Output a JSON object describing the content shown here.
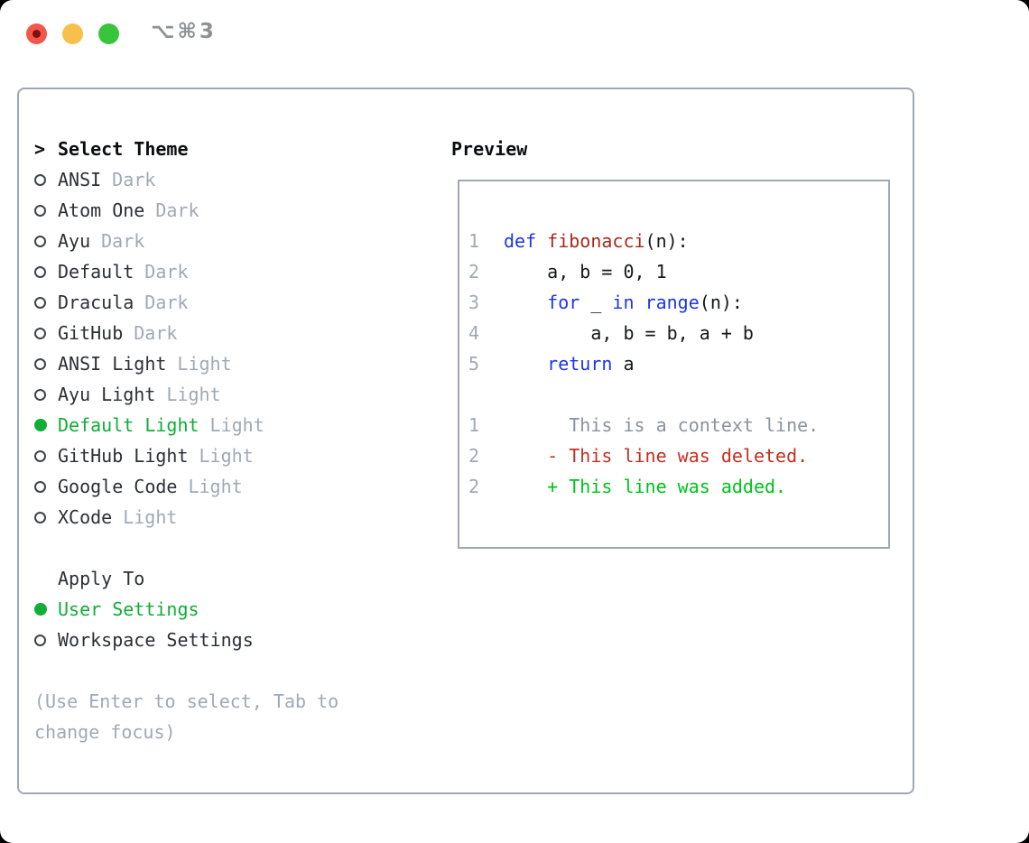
{
  "titlebar": {
    "shortcut": "⌥⌘3"
  },
  "theme_picker": {
    "title_marker": ">",
    "title": "Select Theme",
    "themes": [
      {
        "name": "ANSI",
        "variant": "Dark",
        "selected": false
      },
      {
        "name": "Atom One",
        "variant": "Dark",
        "selected": false
      },
      {
        "name": "Ayu",
        "variant": "Dark",
        "selected": false
      },
      {
        "name": "Default",
        "variant": "Dark",
        "selected": false
      },
      {
        "name": "Dracula",
        "variant": "Dark",
        "selected": false
      },
      {
        "name": "GitHub",
        "variant": "Dark",
        "selected": false
      },
      {
        "name": "ANSI Light",
        "variant": "Light",
        "selected": false
      },
      {
        "name": "Ayu Light",
        "variant": "Light",
        "selected": false
      },
      {
        "name": "Default Light",
        "variant": "Light",
        "selected": true
      },
      {
        "name": "GitHub Light",
        "variant": "Light",
        "selected": false
      },
      {
        "name": "Google Code",
        "variant": "Light",
        "selected": false
      },
      {
        "name": "XCode",
        "variant": "Light",
        "selected": false
      }
    ],
    "apply_to": {
      "title": "Apply To",
      "options": [
        {
          "name": "User Settings",
          "selected": true
        },
        {
          "name": "Workspace Settings",
          "selected": false
        }
      ]
    },
    "hint_lines": [
      "(Use Enter to select, Tab to",
      "change focus)"
    ]
  },
  "preview": {
    "title": "Preview",
    "lines": [
      {
        "num": "1",
        "segments": [
          {
            "text": "def",
            "role": "keyword"
          },
          {
            "text": " ",
            "role": "plain"
          },
          {
            "text": "fibonacci",
            "role": "function"
          },
          {
            "text": "(n):",
            "role": "plain"
          }
        ]
      },
      {
        "num": "2",
        "segments": [
          {
            "text": "    a, b = 0, 1",
            "role": "plain"
          }
        ]
      },
      {
        "num": "3",
        "segments": [
          {
            "text": "    ",
            "role": "plain"
          },
          {
            "text": "for",
            "role": "keyword"
          },
          {
            "text": " _ ",
            "role": "plain"
          },
          {
            "text": "in",
            "role": "keyword"
          },
          {
            "text": " ",
            "role": "plain"
          },
          {
            "text": "range",
            "role": "keyword"
          },
          {
            "text": "(n):",
            "role": "plain"
          }
        ]
      },
      {
        "num": "4",
        "segments": [
          {
            "text": "        a, b = b, a + b",
            "role": "plain"
          }
        ]
      },
      {
        "num": "5",
        "segments": [
          {
            "text": "    ",
            "role": "plain"
          },
          {
            "text": "return",
            "role": "keyword"
          },
          {
            "text": " a",
            "role": "plain"
          }
        ]
      },
      {
        "num": "",
        "segments": []
      },
      {
        "num": "1",
        "segments": [
          {
            "text": "      This is a context line.",
            "role": "context"
          }
        ]
      },
      {
        "num": "2",
        "segments": [
          {
            "text": "    - This line was deleted.",
            "role": "deleted"
          }
        ]
      },
      {
        "num": "2",
        "segments": [
          {
            "text": "    + This line was added.",
            "role": "added"
          }
        ]
      }
    ]
  },
  "colors": {
    "accent_green": "#10ad38",
    "added_green": "#00c21c",
    "deleted_red": "#c5301f",
    "keyword_blue": "#1c36e6",
    "function_red": "#a52a1d",
    "muted_gray": "#9fa9b5",
    "context_gray": "#8b939d",
    "text_dark": "#2b3037",
    "border_gray": "#9fa8b2",
    "traffic_red": "#f3564b",
    "traffic_red_dot": "#7c120e",
    "traffic_yellow": "#f7bf4b",
    "traffic_green": "#38c53c",
    "titlebar_gray": "#8d9195"
  }
}
